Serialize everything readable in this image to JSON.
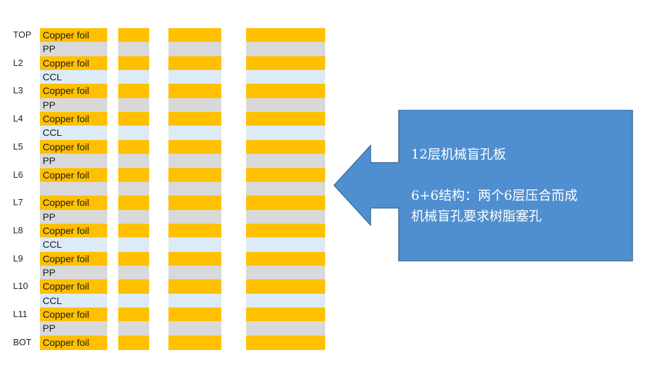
{
  "stackup": {
    "rows": [
      {
        "kind": "copper",
        "material": "Copper foil",
        "layer": "TOP"
      },
      {
        "kind": "pp",
        "material": "PP",
        "layer": ""
      },
      {
        "kind": "copper",
        "material": "Copper foil",
        "layer": "L2"
      },
      {
        "kind": "ccl",
        "material": "CCL",
        "layer": ""
      },
      {
        "kind": "copper",
        "material": "Copper foil",
        "layer": "L3"
      },
      {
        "kind": "pp",
        "material": "PP",
        "layer": ""
      },
      {
        "kind": "copper",
        "material": "Copper foil",
        "layer": "L4"
      },
      {
        "kind": "ccl",
        "material": "CCL",
        "layer": ""
      },
      {
        "kind": "copper",
        "material": "Copper foil",
        "layer": "L5"
      },
      {
        "kind": "pp",
        "material": "PP",
        "layer": ""
      },
      {
        "kind": "copper",
        "material": "Copper foil",
        "layer": "L6"
      },
      {
        "kind": "pp",
        "material": "",
        "layer": ""
      },
      {
        "kind": "copper",
        "material": "Copper foil",
        "layer": "L7"
      },
      {
        "kind": "pp",
        "material": "PP",
        "layer": ""
      },
      {
        "kind": "copper",
        "material": "Copper foil",
        "layer": "L8"
      },
      {
        "kind": "ccl",
        "material": "CCL",
        "layer": ""
      },
      {
        "kind": "copper",
        "material": "Copper foil",
        "layer": "L9"
      },
      {
        "kind": "pp",
        "material": "PP",
        "layer": ""
      },
      {
        "kind": "copper",
        "material": "Copper foil",
        "layer": "L10"
      },
      {
        "kind": "ccl",
        "material": "CCL",
        "layer": ""
      },
      {
        "kind": "copper",
        "material": "Copper foil",
        "layer": "L11"
      },
      {
        "kind": "pp",
        "material": "PP",
        "layer": ""
      },
      {
        "kind": "copper",
        "material": "Copper foil",
        "layer": "BOT"
      }
    ]
  },
  "colors": {
    "copper": "#FFC000",
    "pp": "#D9D9D9",
    "ccl": "#DDEBF7",
    "callout_fill": "#4F8FD0",
    "callout_stroke": "#41719C"
  },
  "callout": {
    "title": "12层机械盲孔板",
    "line1": "6+6结构：两个6层压合而成",
    "line2": "机械盲孔要求树脂塞孔"
  }
}
